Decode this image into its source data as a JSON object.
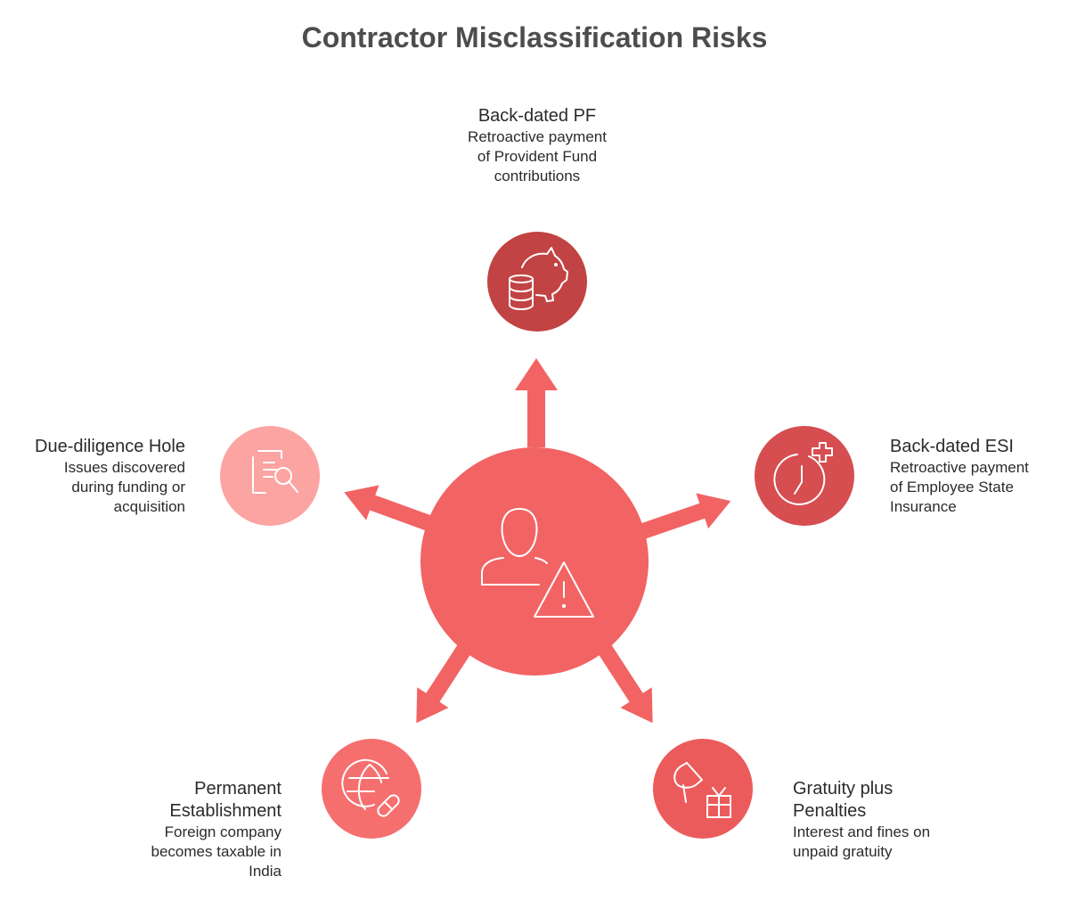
{
  "title": "Contractor Misclassification Risks",
  "colors": {
    "center": "#f26364",
    "pf": "#c24343",
    "esi": "#d64e50",
    "gratuity": "#ec5b5c",
    "permanent": "#f56f6f",
    "due_diligence": "#fba4a2"
  },
  "center": {
    "icon": "person-warning-icon"
  },
  "items": {
    "pf": {
      "title": "Back-dated PF",
      "desc1": "Retroactive payment",
      "desc2": "of Provident Fund",
      "desc3": "contributions",
      "icon": "piggy-bank-coins-icon"
    },
    "esi": {
      "title": "Back-dated ESI",
      "desc1": "Retroactive payment",
      "desc2": "of Employee State",
      "desc3": "Insurance",
      "icon": "clock-plus-icon"
    },
    "gratuity": {
      "title1": "Gratuity plus",
      "title2": "Penalties",
      "desc1": "Interest and fines on",
      "desc2": "unpaid gratuity",
      "icon": "pin-gift-icon"
    },
    "permanent": {
      "title1": "Permanent",
      "title2": "Establishment",
      "desc1": "Foreign company",
      "desc2": "becomes taxable in",
      "desc3": "India",
      "icon": "globe-pill-icon"
    },
    "due_diligence": {
      "title": "Due-diligence Hole",
      "desc1": "Issues discovered",
      "desc2": "during funding or",
      "desc3": "acquisition",
      "icon": "document-search-icon"
    }
  }
}
